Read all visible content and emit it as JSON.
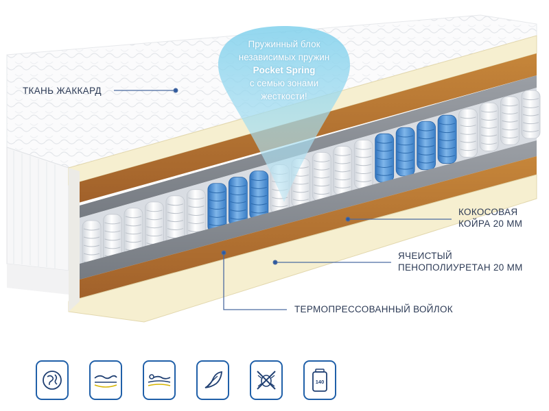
{
  "callout": {
    "line1": "Пружинный блок",
    "line2": "независимых пружин",
    "line3": "Pocket Spring",
    "line4": "с семью зонами",
    "line5": "жесткости!"
  },
  "labels": {
    "fabric": "ТКАНЬ ЖАККАРД",
    "coir_line1": "КОКОСОВАЯ",
    "coir_line2": "КОЙРА 20 ММ",
    "foam_line1": "ЯЧЕИСТЫЙ",
    "foam_line2": "ПЕНОПОЛИУРЕТАН 20 ММ",
    "felt": "ТЕРМОПРЕССОВАННЫЙ ВОЙЛОК"
  },
  "features": [
    {
      "icon": "globe-hand-icon"
    },
    {
      "icon": "orthopedic-support-icon"
    },
    {
      "icon": "body-contour-icon"
    },
    {
      "icon": "natural-leaf-icon"
    },
    {
      "icon": "anti-allergy-icon"
    },
    {
      "icon": "max-load-icon",
      "value": "140"
    }
  ],
  "colors": {
    "accent": "#1f5fa8",
    "spring_white": "#f4f5f8",
    "spring_blue": "#4a90d9",
    "coir": "#b8752e",
    "foam": "#8a8f96",
    "latex": "#f6efd0"
  }
}
